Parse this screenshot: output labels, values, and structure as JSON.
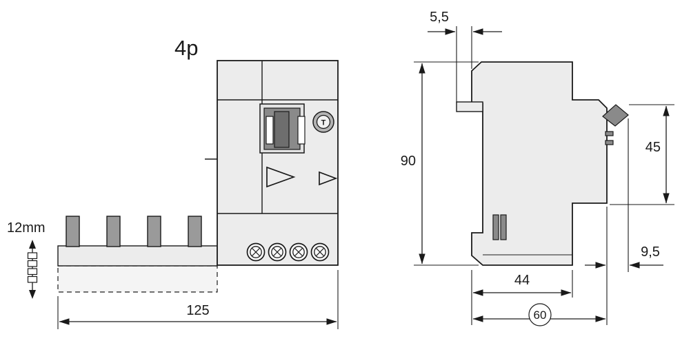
{
  "drawing_labels": {
    "front_view": {
      "poles": "4p",
      "pin_length": "12mm",
      "overall_width": "125",
      "test_button": "T"
    },
    "side_view": {
      "rail_notch": "5,5",
      "overall_height": "90",
      "front_face_height": "45",
      "base_depth": "44",
      "terminal_protrusion": "9,5",
      "overall_depth": "60"
    }
  },
  "colors": {
    "line": "#1a1a1a",
    "body_fill": "#ececec",
    "dark_fill": "#8a8a8a",
    "pin_fill": "#9a9a9a",
    "dash_fill": "#f4f4f4"
  }
}
